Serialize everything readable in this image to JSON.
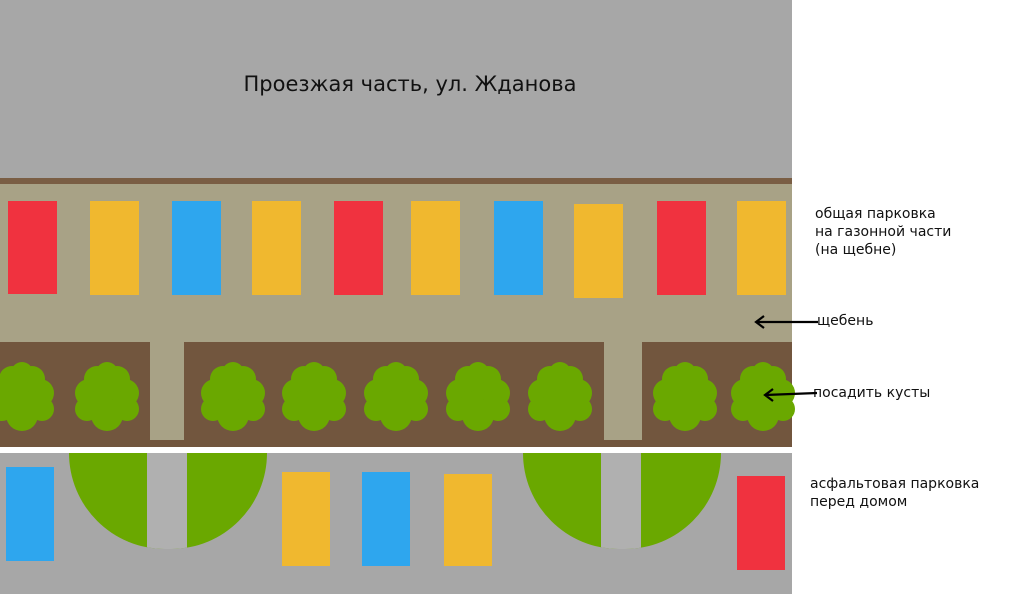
{
  "road": {
    "title": "Проезжая часть, ул. Жданова",
    "color": "#a7a7a7"
  },
  "labels": {
    "gravel_parking": "общая парковка\nна газонной части\n(на щебне)",
    "gravel": "щебень",
    "bushes": "посадить кусты",
    "asphalt_parking": "асфальтовая парковка\nперед домом"
  },
  "colors": {
    "red": "#f0323f",
    "yellow": "#f0b82f",
    "blue": "#2ea6ee",
    "gravel": "#a8a286",
    "soil": "#72563e",
    "bush": "#6aa800",
    "asphalt": "#a7a7a7"
  },
  "gravel_cars": [
    "red",
    "yellow",
    "blue",
    "yellow",
    "red",
    "yellow",
    "blue",
    "yellow",
    "red",
    "yellow"
  ],
  "asphalt_cars": [
    "blue",
    "yellow",
    "blue",
    "yellow",
    "red"
  ],
  "bush_count": 9
}
